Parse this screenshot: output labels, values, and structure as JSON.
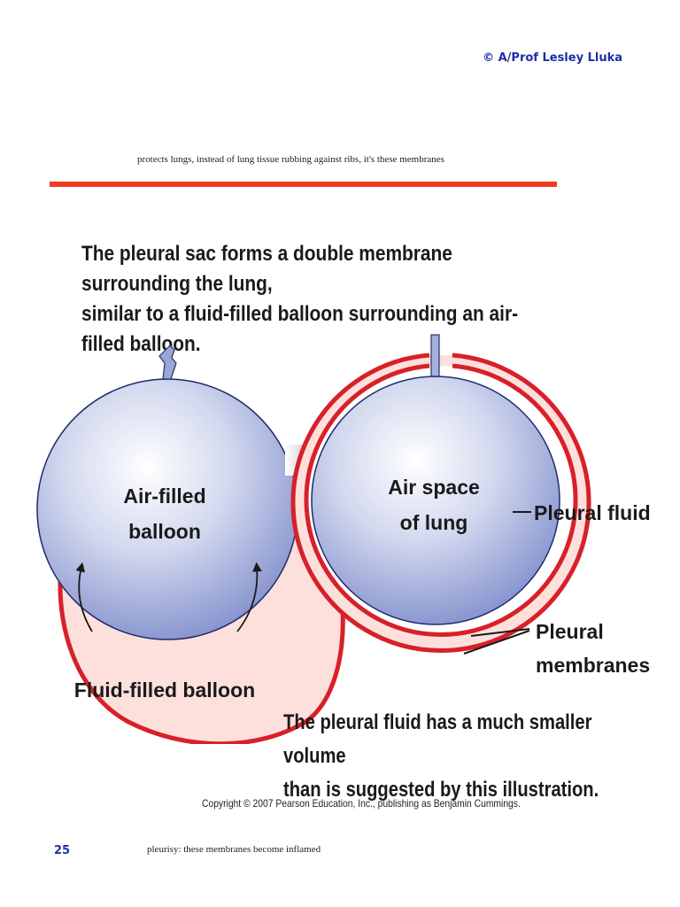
{
  "slide": {
    "copyright_tag": "© A/Prof Lesley Lluka",
    "top_note": "protects lungs, instead of lung tissue rubbing against ribs, it's these membranes",
    "headline_line1": "The pleural sac forms a double membrane surrounding the lung,",
    "headline_line2": "similar to a fluid-filled balloon surrounding an air-filled balloon.",
    "footnote_line1": "The pleural fluid has a much smaller volume",
    "footnote_line2": "than is suggested by this illustration.",
    "publisher_credit": "Copyright © 2007 Pearson Education, Inc., publishing as Benjamin Cummings.",
    "page_number": "25",
    "bottom_note": "pleurisy: these membranes become inflamed"
  },
  "figure": {
    "left_panel": {
      "air_balloon_line1": "Air-filled",
      "air_balloon_line2": "balloon",
      "fluid_balloon_label": "Fluid-filled balloon"
    },
    "right_panel": {
      "lung_line1": "Air space",
      "lung_line2": "of lung",
      "pleural_fluid_label": "Pleural fluid",
      "membranes_line1": "Pleural",
      "membranes_line2": "membranes"
    },
    "colors": {
      "balloon_blue": "#a6b1db",
      "membrane_red": "#d8202a",
      "fluid_pink": "#fde0dc",
      "accent_blue": "#1f2ea8",
      "bar_red": "#ef3b1f"
    }
  }
}
